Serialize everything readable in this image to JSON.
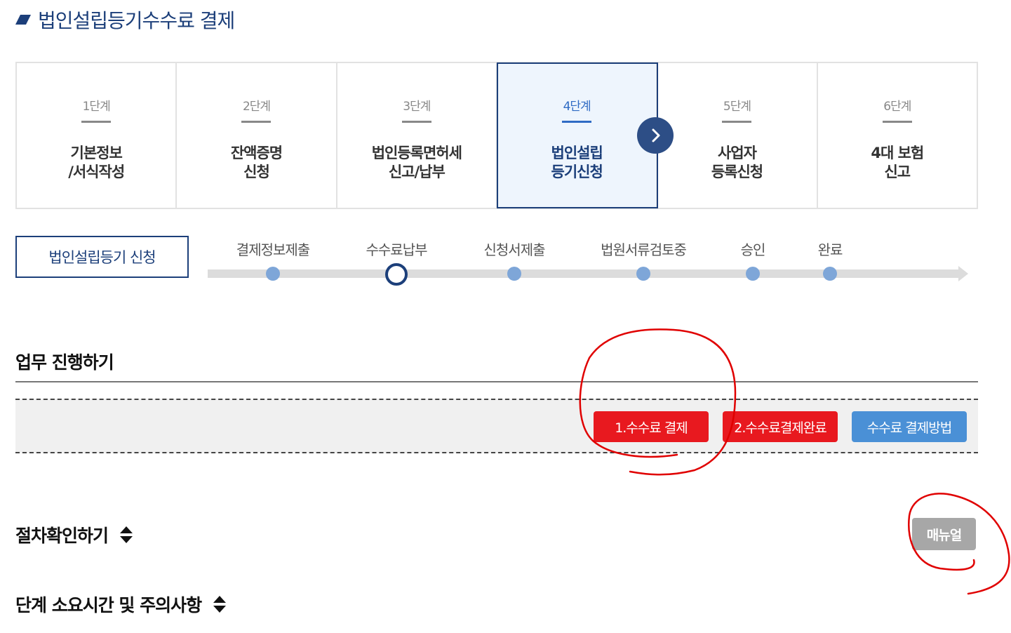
{
  "page": {
    "title": "법인설립등기수수료 결제"
  },
  "steps": [
    {
      "num": "1단계",
      "name": "기본정보\n/서식작성"
    },
    {
      "num": "2단계",
      "name": "잔액증명\n신청"
    },
    {
      "num": "3단계",
      "name": "법인등록면허세\n신고/납부"
    },
    {
      "num": "4단계",
      "name": "법인설립\n등기신청"
    },
    {
      "num": "5단계",
      "name": "사업자\n등록신청"
    },
    {
      "num": "6단계",
      "name": "4대 보험\n신고"
    }
  ],
  "active_step": "4단계",
  "substeps": {
    "box_label": "법인설립등기 신청",
    "items": [
      "결제정보제출",
      "수수료납부",
      "신청서제출",
      "법원서류검토중",
      "승인",
      "완료"
    ],
    "current": "수수료납부"
  },
  "work": {
    "title": "업무 진행하기",
    "buttons": {
      "pay": "1.수수료 결제",
      "done": "2.수수료결제완료",
      "method": "수수료 결제방법"
    }
  },
  "procedure": {
    "title": "절차확인하기",
    "manual_label": "매뉴얼"
  },
  "notes": {
    "title": "단계 소요시간 및 주의사항"
  },
  "icons": {
    "title_mark": "slash-mark-icon",
    "next": "chevron-right-icon",
    "sort": "sort-updown-icon"
  },
  "colors": {
    "navy": "#1c3f7a",
    "red": "#e8191f",
    "blue": "#4a90d6",
    "annotation": "#e00000"
  }
}
